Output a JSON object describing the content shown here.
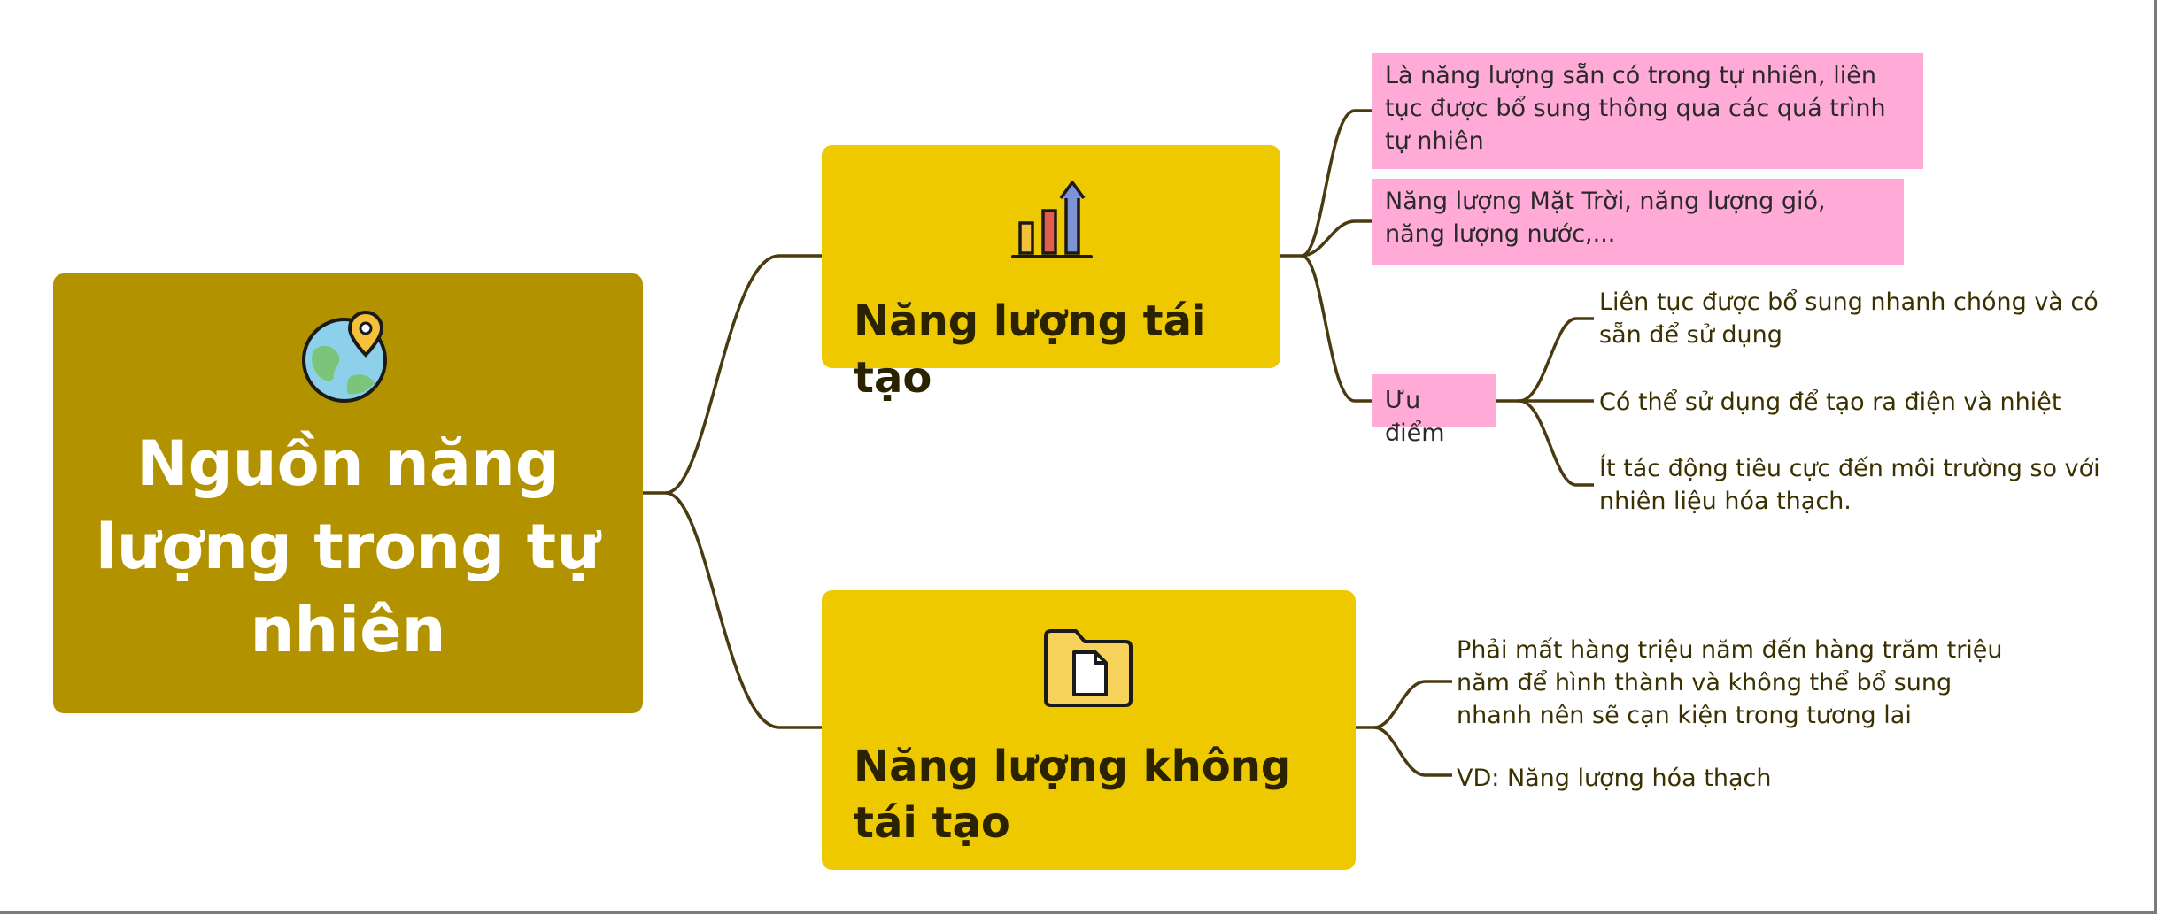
{
  "root": {
    "title": "Nguồn năng lượng trong tự nhiên",
    "icon": "globe-location-pin-icon"
  },
  "branches": [
    {
      "title": "Năng lượng tái tạo",
      "icon": "bar-chart-growth-arrow-icon",
      "notes": [
        "Là năng lượng sẵn có trong tự nhiên, liên tục được bổ sung thông qua các quá trình tự nhiên",
        "Năng lượng Mặt Trời, năng lượng gió, năng lượng nước,..."
      ],
      "advantage": {
        "label": "Ưu điểm",
        "items": [
          "Liên tục được bổ sung nhanh chóng và có sẵn để sử dụng",
          "Có thể sử dụng để tạo ra điện và nhiệt",
          "Ít tác động tiêu cực đến môi trường so với nhiên liệu hóa thạch."
        ]
      }
    },
    {
      "title": "Năng lượng không tái tạo",
      "icon": "folder-document-icon",
      "items": [
        "Phải mất hàng triệu năm đến hàng trăm triệu năm để hình thành và không thể bổ sung nhanh nên sẽ cạn kiện trong tương lai",
        "VD: Năng lượng hóa thạch"
      ]
    }
  ],
  "colors": {
    "root_fill": "#b39200",
    "topic_fill": "#eec900",
    "note_fill": "#ffaad7",
    "connector": "#4a3a10"
  }
}
